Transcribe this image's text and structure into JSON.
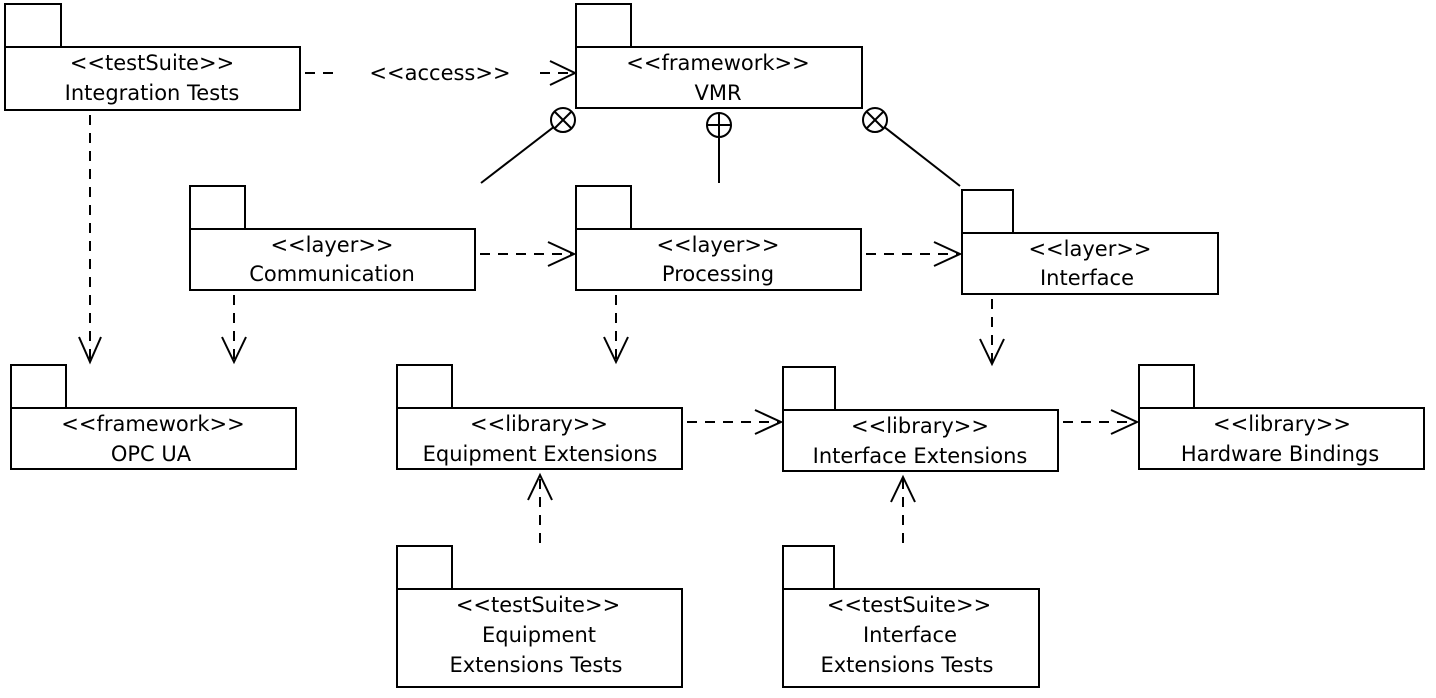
{
  "diagram": {
    "type": "UML package diagram",
    "packages": {
      "integration_tests": {
        "stereotype": "<<testSuite>>",
        "name": "Integration Tests"
      },
      "vmr": {
        "stereotype": "<<framework>>",
        "name": "VMR"
      },
      "communication": {
        "stereotype": "<<layer>>",
        "name": "Communication"
      },
      "processing": {
        "stereotype": "<<layer>>",
        "name": "Processing"
      },
      "interface": {
        "stereotype": "<<layer>>",
        "name": "Interface"
      },
      "opc_ua": {
        "stereotype": "<<framework>>",
        "name": "OPC UA"
      },
      "equipment_extensions": {
        "stereotype": "<<library>>",
        "name": "Equipment Extensions"
      },
      "interface_extensions": {
        "stereotype": "<<library>>",
        "name": "Interface Extensions"
      },
      "hardware_bindings": {
        "stereotype": "<<library>>",
        "name": "Hardware Bindings"
      },
      "equipment_extensions_tests": {
        "stereotype": "<<testSuite>>",
        "name_line1": "Equipment",
        "name_line2": "Extensions Tests"
      },
      "interface_extensions_tests": {
        "stereotype": "<<testSuite>>",
        "name_line1": "Interface",
        "name_line2": "Extensions Tests"
      }
    },
    "relations": [
      {
        "from": "Integration Tests",
        "to": "VMR",
        "kind": "dependency",
        "label": "<<access>>"
      },
      {
        "from": "Integration Tests",
        "to": "OPC UA",
        "kind": "dependency"
      },
      {
        "from": "VMR",
        "to": "Communication",
        "kind": "nesting"
      },
      {
        "from": "VMR",
        "to": "Processing",
        "kind": "nesting"
      },
      {
        "from": "VMR",
        "to": "Interface",
        "kind": "nesting"
      },
      {
        "from": "Communication",
        "to": "Processing",
        "kind": "dependency"
      },
      {
        "from": "Processing",
        "to": "Interface",
        "kind": "dependency"
      },
      {
        "from": "Communication",
        "to": "OPC UA",
        "kind": "dependency"
      },
      {
        "from": "Processing",
        "to": "Equipment Extensions",
        "kind": "dependency"
      },
      {
        "from": "Interface",
        "to": "Interface Extensions",
        "kind": "dependency"
      },
      {
        "from": "Equipment Extensions",
        "to": "Interface Extensions",
        "kind": "dependency"
      },
      {
        "from": "Interface Extensions",
        "to": "Hardware Bindings",
        "kind": "dependency"
      },
      {
        "from": "Equipment Extensions Tests",
        "to": "Equipment Extensions",
        "kind": "dependency"
      },
      {
        "from": "Interface Extensions Tests",
        "to": "Interface Extensions",
        "kind": "dependency"
      }
    ],
    "access_label": "<<access>>"
  }
}
